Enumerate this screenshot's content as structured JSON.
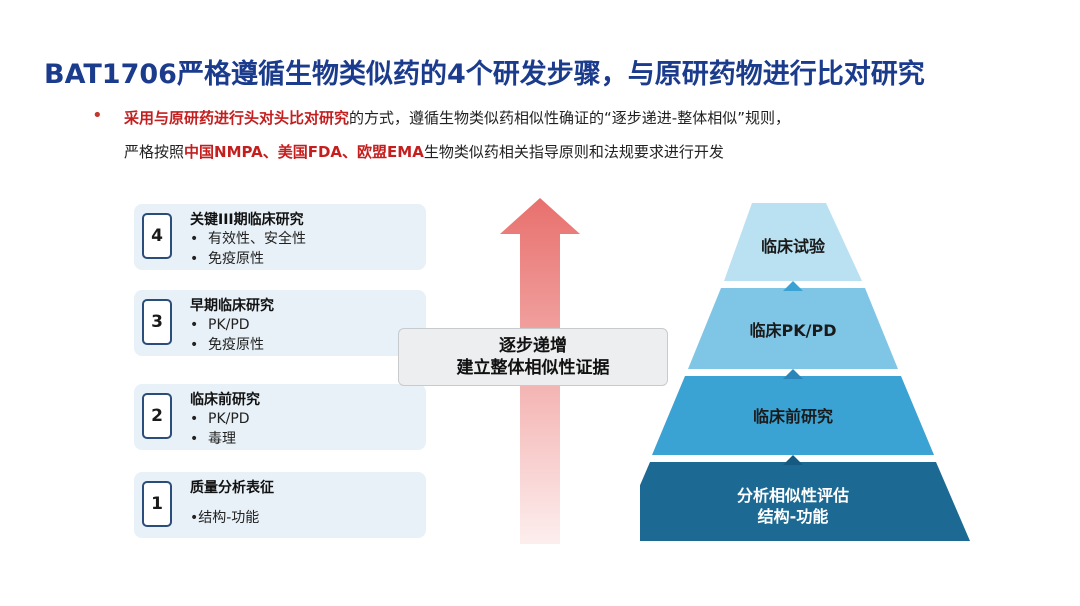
{
  "title": "BAT1706严格遵循生物类似药的4个研发步骤，与原研药物进行比对研究",
  "intro": {
    "bullet": "•",
    "line1_red": "采用与原研药进行头对头比对研究",
    "line1_rest": "的方式，遵循生物类似药相似性确证的“逐步递进-整体相似”规则，",
    "line2_pre": "严格按照",
    "line2_red": "中国NMPA、美国FDA、欧盟EMA",
    "line2_rest": "生物类似药相关指导原则和法规要求进行开发"
  },
  "steps": [
    {
      "num": "4",
      "title": "关键III期临床研究",
      "items": [
        "有效性、安全性",
        "免疫原性"
      ]
    },
    {
      "num": "3",
      "title": "早期临床研究",
      "items": [
        "PK/PD",
        "免疫原性"
      ]
    },
    {
      "num": "2",
      "title": "临床前研究",
      "items": [
        "PK/PD",
        "毒理"
      ]
    },
    {
      "num": "1",
      "title": "质量分析表征",
      "items": [
        "•结构-功能"
      ]
    }
  ],
  "middle": {
    "line1": "逐步递增",
    "line2": "建立整体相似性证据"
  },
  "pyramid": {
    "levels": [
      {
        "label": "临床试验",
        "color": "#b9e1f2",
        "text_color": "#1a1a1a"
      },
      {
        "label": "临床PK/PD",
        "color": "#7fc6e6",
        "text_color": "#1a1a1a"
      },
      {
        "label": "临床前研究",
        "color": "#3aa3d3",
        "text_color": "#1a1a1a"
      },
      {
        "label": "分析相似性评估",
        "label2": "结构-功能",
        "color": "#1c6a94",
        "text_color": "#ffffff"
      }
    ]
  }
}
